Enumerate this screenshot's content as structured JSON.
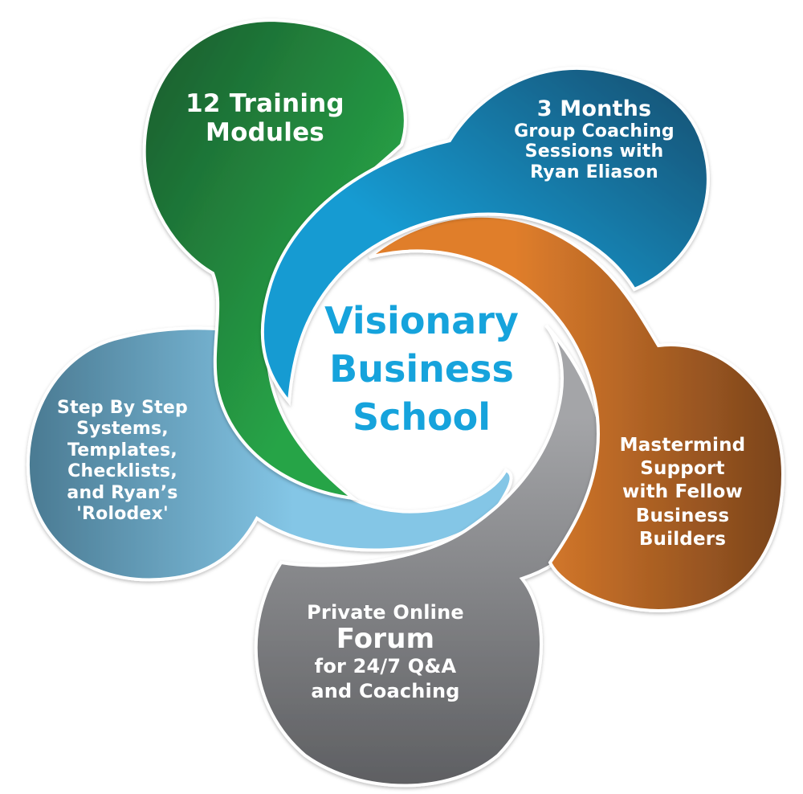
{
  "center": {
    "lines": [
      "Visionary",
      "Business",
      "School"
    ],
    "color": "#16a3dc"
  },
  "petals": [
    {
      "id": "training",
      "lines": [
        "12 Training",
        "Modules"
      ],
      "color_dark": "#1a5a2e",
      "color_light": "#27a447"
    },
    {
      "id": "coaching",
      "lines": [
        "3 Months",
        "Group Coaching",
        "Sessions with",
        "Ryan Eliason"
      ],
      "color_dark": "#154d6e",
      "color_light": "#169bd2"
    },
    {
      "id": "mastermind",
      "lines": [
        "Mastermind",
        "Support",
        "with Fellow",
        "Business",
        "Builders"
      ],
      "color_dark": "#7a441c",
      "color_light": "#e07e2c"
    },
    {
      "id": "forum",
      "lines": [
        "Private Online",
        "Forum",
        "for 24/7 Q&A",
        "and Coaching"
      ],
      "color_dark": "#5e5f62",
      "color_light": "#a4a5a8"
    },
    {
      "id": "systems",
      "lines": [
        "Step By Step",
        "Systems,",
        "Templates,",
        "Checklists,",
        "and Ryan’s",
        "'Rolodex'"
      ],
      "color_dark": "#4a7a92",
      "color_light": "#84c6e6"
    }
  ]
}
